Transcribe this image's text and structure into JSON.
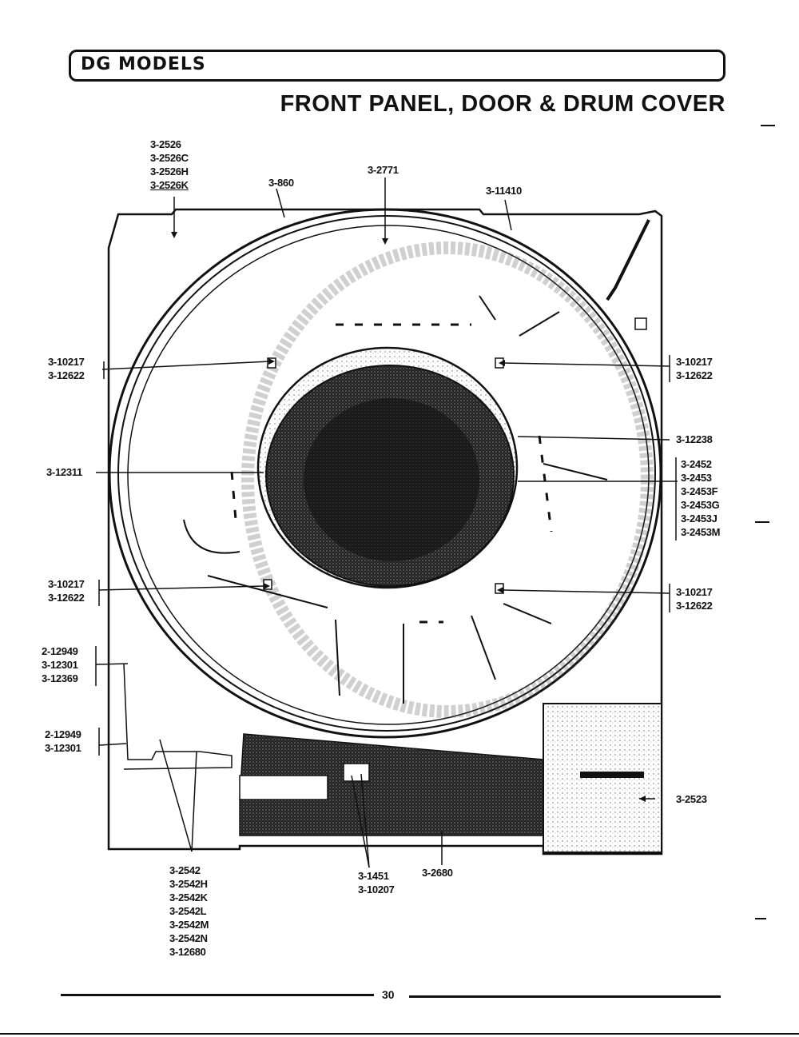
{
  "header": {
    "title": "DG MODELS"
  },
  "page_title": "FRONT PANEL, DOOR & DRUM COVER",
  "page_number": "30",
  "callouts": {
    "top_left_group": [
      "3-2526",
      "3-2526C",
      "3-2526H",
      "3-2526K"
    ],
    "ring": "3-860",
    "drum_cover": "3-2771",
    "seal": "3-11410",
    "left_upper_clip": [
      "3-10217",
      "3-12622"
    ],
    "right_upper_clip": [
      "3-10217",
      "3-12622"
    ],
    "door_ring_right": "3-12238",
    "door_glass": "3-12311",
    "door_group": [
      "3-2452",
      "3-2453",
      "3-2453F",
      "3-2453G",
      "3-2453J",
      "3-2453M"
    ],
    "left_lower_clip": [
      "3-10217",
      "3-12622"
    ],
    "right_lower_clip": [
      "3-10217",
      "3-12622"
    ],
    "left_bracket_upper": [
      "2-12949",
      "3-12301",
      "3-12369"
    ],
    "left_bracket_lower": [
      "2-12949",
      "3-12301"
    ],
    "right_panel": "3-2523",
    "bottom_panel_group": [
      "3-2542",
      "3-2542H",
      "3-2542K",
      "3-2542L",
      "3-2542M",
      "3-2542N",
      "3-12680"
    ],
    "switch_group": [
      "3-1451",
      "3-10207"
    ],
    "toe_panel": "3-2680"
  }
}
